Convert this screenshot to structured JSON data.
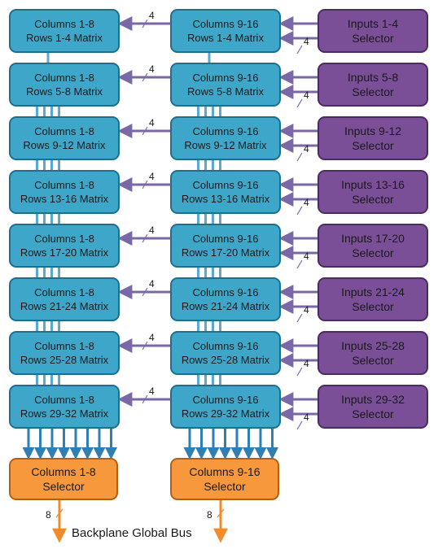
{
  "colors": {
    "matrix_fill": "#3ea6c8",
    "matrix_stroke": "#1e6f8e",
    "selector_fill": "#7a4f98",
    "selector_stroke": "#4a2c63",
    "output_fill": "#f7983d",
    "output_stroke": "#b35f12",
    "arrow": "#7a67a6",
    "down_arrow": "#2f7fb5",
    "bus_arrow": "#f28c28",
    "text": "#1a1a1a"
  },
  "rows": [
    {
      "left_label": [
        "Columns 1-8",
        "Rows 1-4 Matrix"
      ],
      "right_label": [
        "Columns 9-16",
        "Rows 1-4 Matrix"
      ],
      "selector_label": [
        "Inputs 1-4",
        "Selector"
      ],
      "link_width_a": "4",
      "link_width_b": "4"
    },
    {
      "left_label": [
        "Columns 1-8",
        "Rows 5-8 Matrix"
      ],
      "right_label": [
        "Columns 9-16",
        "Rows 5-8 Matrix"
      ],
      "selector_label": [
        "Inputs 5-8",
        "Selector"
      ],
      "link_width_a": "4",
      "link_width_b": "4"
    },
    {
      "left_label": [
        "Columns 1-8",
        "Rows 9-12 Matrix"
      ],
      "right_label": [
        "Columns 9-16",
        "Rows 9-12 Matrix"
      ],
      "selector_label": [
        "Inputs 9-12",
        "Selector"
      ],
      "link_width_a": "4",
      "link_width_b": "4"
    },
    {
      "left_label": [
        "Columns 1-8",
        "Rows 13-16 Matrix"
      ],
      "right_label": [
        "Columns 9-16",
        "Rows 13-16 Matrix"
      ],
      "selector_label": [
        "Inputs 13-16",
        "Selector"
      ],
      "link_width_a": "4",
      "link_width_b": "4"
    },
    {
      "left_label": [
        "Columns 1-8",
        "Rows 17-20 Matrix"
      ],
      "right_label": [
        "Columns 9-16",
        "Rows 17-20 Matrix"
      ],
      "selector_label": [
        "Inputs 17-20",
        "Selector"
      ],
      "link_width_a": "4",
      "link_width_b": "4"
    },
    {
      "left_label": [
        "Columns 1-8",
        "Rows 21-24 Matrix"
      ],
      "right_label": [
        "Columns 9-16",
        "Rows 21-24 Matrix"
      ],
      "selector_label": [
        "Inputs 21-24",
        "Selector"
      ],
      "link_width_a": "4",
      "link_width_b": "4"
    },
    {
      "left_label": [
        "Columns 1-8",
        "Rows 25-28 Matrix"
      ],
      "right_label": [
        "Columns 9-16",
        "Rows 25-28 Matrix"
      ],
      "selector_label": [
        "Inputs 25-28",
        "Selector"
      ],
      "link_width_a": "4",
      "link_width_b": "4"
    },
    {
      "left_label": [
        "Columns 1-8",
        "Rows 29-32 Matrix"
      ],
      "right_label": [
        "Columns 9-16",
        "Rows 29-32 Matrix"
      ],
      "selector_label": [
        "Inputs 29-32",
        "Selector"
      ],
      "link_width_a": "4",
      "link_width_b": "4"
    }
  ],
  "outputs": [
    {
      "label": [
        "Columns 1-8",
        "Selector"
      ],
      "bus_width": "8"
    },
    {
      "label": [
        "Columns 9-16",
        "Selector"
      ],
      "bus_width": "8"
    }
  ],
  "bus_label": "Backplane Global Bus"
}
